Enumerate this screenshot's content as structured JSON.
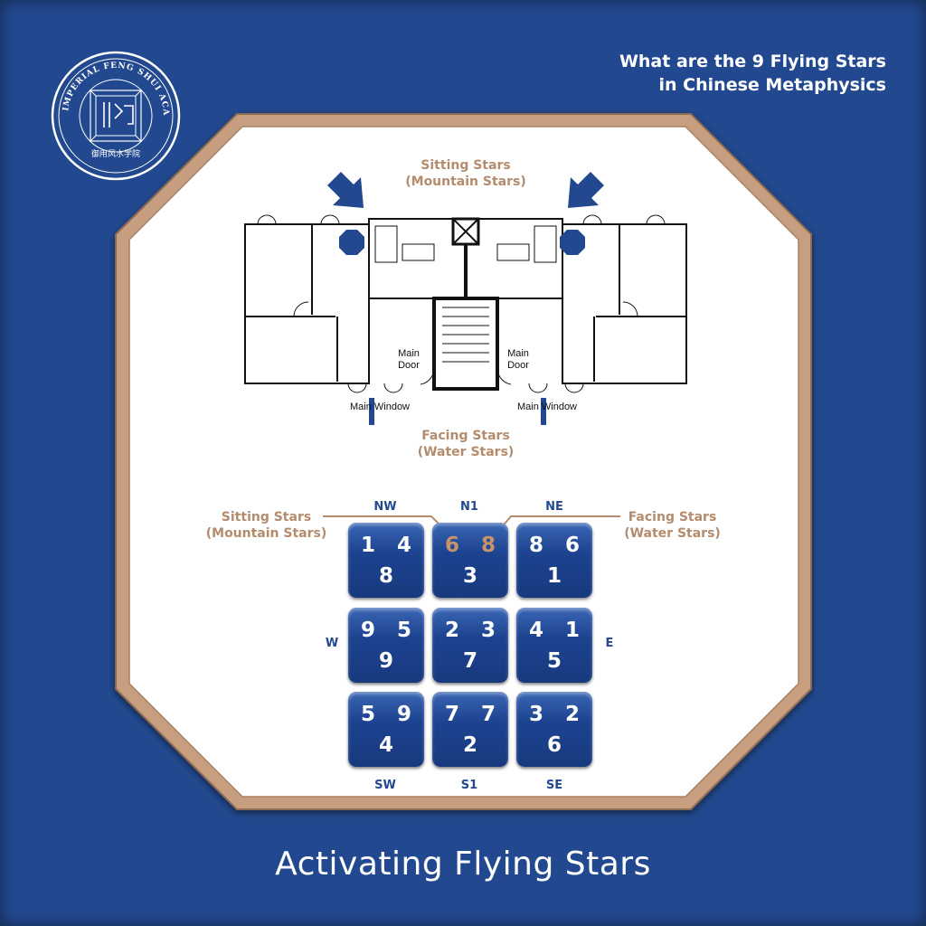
{
  "logo": {
    "text": "IMPERIAL FENG SHUI ACADEMY",
    "chinese": "御用风水学院"
  },
  "header": {
    "line1": "What are the 9 Flying Stars",
    "line2": "in Chinese Metaphysics"
  },
  "plan": {
    "sitting_label_1": "Sitting Stars",
    "sitting_label_2": "(Mountain Stars)",
    "facing_label_1": "Facing Stars",
    "facing_label_2": "(Water Stars)",
    "main_door_left": "Main Door",
    "main_door_right": "Main Door",
    "main_window_left": "Main Window",
    "main_window_right": "Main Window"
  },
  "chart": {
    "sitting_label_1": "Sitting Stars",
    "sitting_label_2": "(Mountain Stars)",
    "facing_label_1": "Facing Stars",
    "facing_label_2": "(Water Stars)",
    "directions": {
      "nw": "NW",
      "n": "N1",
      "ne": "NE",
      "w": "W",
      "e": "E",
      "sw": "SW",
      "s": "S1",
      "se": "SE"
    },
    "cells": [
      {
        "m": "1",
        "w": "4",
        "p": "8"
      },
      {
        "m": "6",
        "w": "8",
        "p": "3"
      },
      {
        "m": "8",
        "w": "6",
        "p": "1"
      },
      {
        "m": "9",
        "w": "5",
        "p": "9"
      },
      {
        "m": "2",
        "w": "3",
        "p": "7"
      },
      {
        "m": "4",
        "w": "1",
        "p": "5"
      },
      {
        "m": "5",
        "w": "9",
        "p": "4"
      },
      {
        "m": "7",
        "w": "7",
        "p": "2"
      },
      {
        "m": "3",
        "w": "2",
        "p": "6"
      }
    ]
  },
  "footer": {
    "title": "Activating Flying Stars"
  },
  "colors": {
    "background": "#22498f",
    "accent": "#b48c6d"
  }
}
